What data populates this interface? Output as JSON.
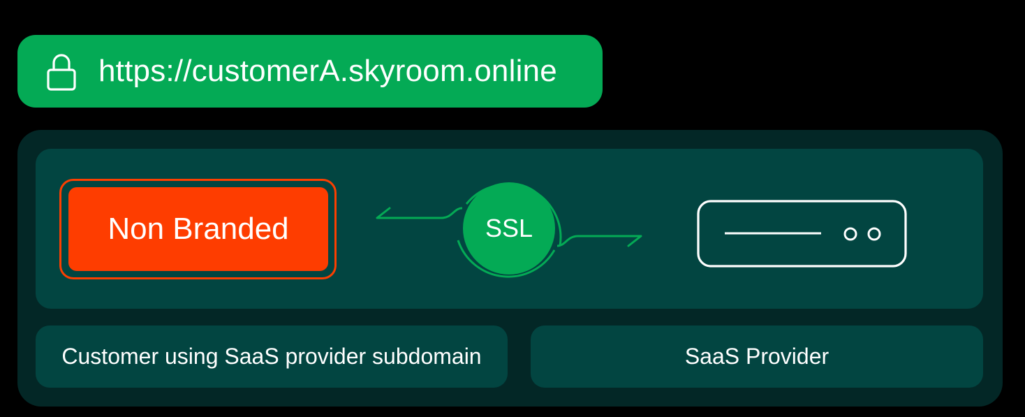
{
  "url_bar": {
    "url": "https://customerA.skyroom.online",
    "icon": "lock-icon"
  },
  "client": {
    "badge_label": "Non Branded"
  },
  "connection": {
    "label": "SSL",
    "icon": "exchange-arrows-icon"
  },
  "server": {
    "icon": "server-icon"
  },
  "captions": {
    "left": "Customer using SaaS provider subdomain",
    "right": "SaaS Provider"
  },
  "colors": {
    "accent_green": "#04aa55",
    "brand_orange": "#fe3d00",
    "panel_dark": "#032726",
    "panel_teal": "#024541",
    "background": "#000000"
  }
}
